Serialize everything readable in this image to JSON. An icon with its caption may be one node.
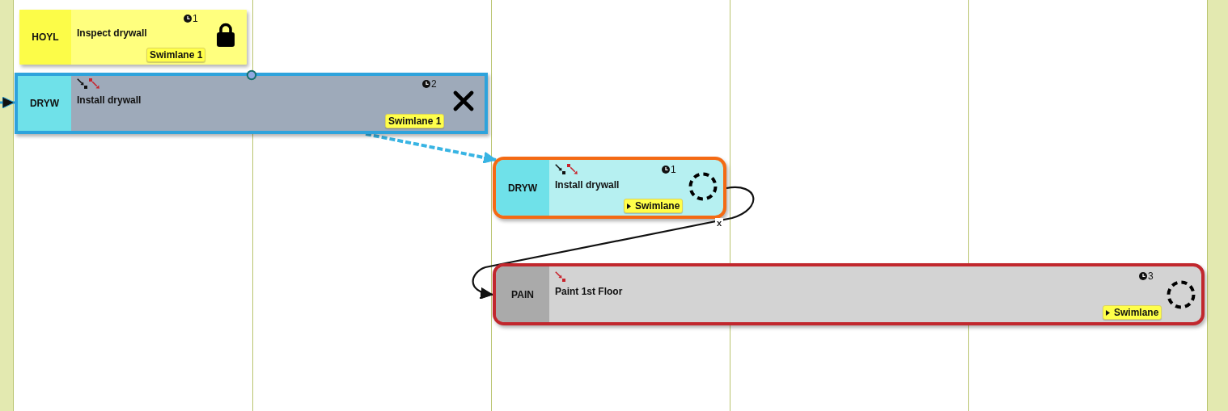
{
  "diagram": {
    "nodes": [
      {
        "text": [
          "HOYL",
          "Inspect drywall",
          "1",
          "Swimlane 1"
        ]
      },
      {
        "text": [
          "DRYW",
          "Install drywall",
          "2",
          "Swimlane 1"
        ]
      },
      {
        "text": [
          "DRYW",
          "Install drywall",
          "1",
          "Swimlane"
        ]
      },
      {
        "text": [
          "PAIN",
          "Paint 1st Floor",
          "3",
          "Swimlane"
        ]
      }
    ],
    "edges": [
      {
        "from": null,
        "to": 1,
        "arrow": "to",
        "color": "#2a9fd6"
      },
      {
        "from": 1,
        "to": 2,
        "arrow": "to",
        "style": "dashed",
        "color": "#38b4e3"
      },
      {
        "from": 2,
        "to": 3,
        "arrow": "to",
        "label": "x",
        "color": "#111111"
      }
    ]
  }
}
